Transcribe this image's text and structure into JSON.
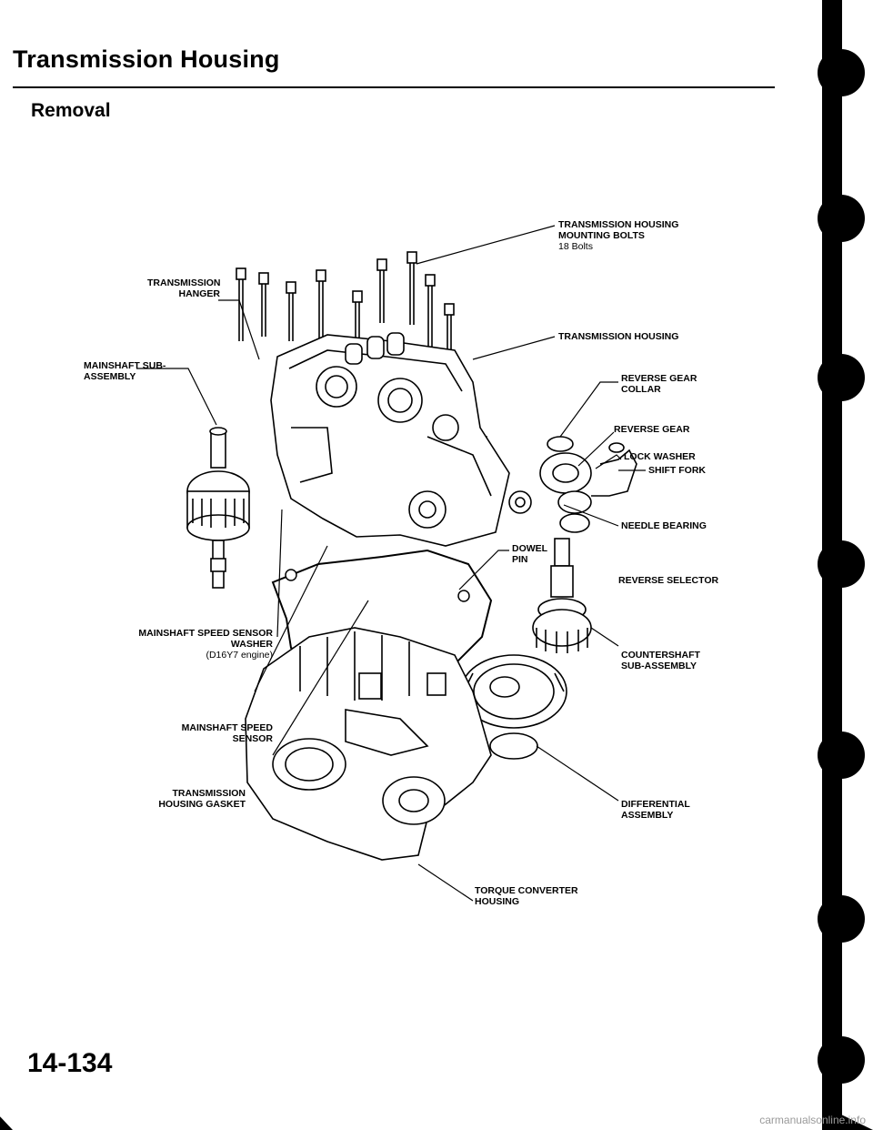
{
  "header": {
    "title": "Transmission Housing",
    "section": "Removal"
  },
  "callouts": {
    "mounting_bolts": {
      "label": "TRANSMISSION HOUSING MOUNTING BOLTS",
      "sub": "18 Bolts"
    },
    "hanger": "TRANSMISSION HANGER",
    "housing": "TRANSMISSION HOUSING",
    "mainshaft_sub": "MAINSHAFT SUB-ASSEMBLY",
    "reverse_collar": "REVERSE GEAR COLLAR",
    "reverse_gear": "REVERSE GEAR",
    "lock_washer": "LOCK WASHER",
    "shift_fork": "SHIFT FORK",
    "dowel_pin": "DOWEL PIN",
    "needle_bearing": "NEEDLE BEARING",
    "reverse_selector": "REVERSE SELECTOR",
    "speed_washer": {
      "label": "MAINSHAFT SPEED SENSOR WASHER",
      "sub": "(D16Y7 engine)"
    },
    "countershaft": "COUNTERSHAFT SUB-ASSEMBLY",
    "speed_sensor": "MAINSHAFT SPEED SENSOR",
    "gasket": "TRANSMISSION HOUSING GASKET",
    "differential": "DIFFERENTIAL ASSEMBLY",
    "converter": "TORQUE CONVERTER HOUSING"
  },
  "footer": {
    "page_number": "14-134",
    "watermark": "carmanualsonline.info"
  }
}
